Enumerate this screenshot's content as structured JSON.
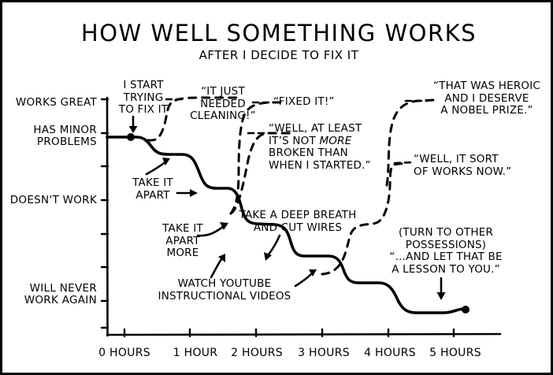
{
  "chart_data": {
    "type": "line",
    "title": "HOW WELL SOMETHING WORKS",
    "subtitle": "AFTER I DECIDE TO FIX IT",
    "xlabel": "",
    "ylabel": "",
    "grid": false,
    "legend": "none",
    "xlim": [
      0,
      6
    ],
    "ylim": [
      0,
      8
    ],
    "x_tick_labels": [
      "0 HOURS",
      "1 HOUR",
      "2 HOURS",
      "3 HOURS",
      "4 HOURS",
      "5 HOURS"
    ],
    "x_tick_values": [
      0,
      1,
      2,
      3,
      4,
      5
    ],
    "y_tick_labels": [
      "WORKS GREAT",
      "HAS MINOR\nPROBLEMS",
      "",
      "DOESN'T WORK",
      "",
      "",
      "WILL NEVER\nWORK AGAIN",
      ""
    ],
    "y_tick_values": [
      8,
      7,
      6,
      5,
      4,
      3,
      2,
      1
    ],
    "series": [
      {
        "name": "actual",
        "style": "solid",
        "color": "#000000",
        "start_marker": true,
        "end_marker": true,
        "points": [
          [
            0.0,
            7.0
          ],
          [
            0.55,
            7.0
          ],
          [
            0.72,
            6.55
          ],
          [
            1.0,
            6.5
          ],
          [
            1.18,
            5.55
          ],
          [
            1.42,
            5.45
          ],
          [
            1.6,
            4.5
          ],
          [
            1.9,
            4.35
          ],
          [
            2.08,
            3.45
          ],
          [
            2.7,
            3.35
          ],
          [
            2.88,
            2.6
          ],
          [
            3.5,
            2.5
          ],
          [
            3.7,
            2.05
          ],
          [
            4.2,
            1.95
          ],
          [
            4.45,
            1.35
          ],
          [
            5.0,
            1.3
          ]
        ]
      },
      {
        "name": "perceived",
        "style": "dashed",
        "color": "#000000",
        "points": [
          [
            0.62,
            6.6
          ],
          [
            0.78,
            8.0
          ],
          [
            1.6,
            8.1
          ],
          [
            1.78,
            7.1
          ],
          [
            2.0,
            7.05
          ],
          [
            2.1,
            3.4
          ],
          [
            2.55,
            8.05
          ],
          [
            3.3,
            8.1
          ],
          [
            3.45,
            2.4
          ],
          [
            3.95,
            2.3
          ],
          [
            4.15,
            5.95
          ],
          [
            4.42,
            5.85
          ],
          [
            4.55,
            8.0
          ],
          [
            5.2,
            8.05
          ]
        ]
      }
    ],
    "annotations": [
      {
        "id": "start-trying",
        "text": "I START\nTRYING\nTO FIX IT",
        "arrow": "down"
      },
      {
        "id": "just-cleaning",
        "text": "“IT JUST\nNEEDED\nCLEANING!”",
        "arrow": "leader-left"
      },
      {
        "id": "fixed-it",
        "text": "“FIXED IT!”",
        "arrow": "leader-left"
      },
      {
        "id": "not-more-broken",
        "text": "“WELL, AT LEAST\nIT’S NOT MORE\nBROKEN THAN\nWHEN I STARTED.”",
        "arrow": "leader-left"
      },
      {
        "id": "nobel-prize",
        "text": "“THAT WAS HEROIC\nAND I DESERVE\nA NOBEL PRIZE.”",
        "arrow": "leader-left"
      },
      {
        "id": "sort-of-works",
        "text": "“WELL, IT SORT\nOF WORKS NOW.”",
        "arrow": "leader-left"
      },
      {
        "id": "take-it-apart",
        "text": "TAKE IT\nAPART",
        "arrow": "two-arrows"
      },
      {
        "id": "take-it-apart-more",
        "text": "TAKE IT\nAPART\nMORE",
        "arrow": "curve-right"
      },
      {
        "id": "deep-breath",
        "text": "TAKE A DEEP BREATH\nAND CUT WIRES",
        "arrow": "curve-down-left"
      },
      {
        "id": "watch-youtube",
        "text": "WATCH YOUTUBE\nINSTRUCTIONAL VIDEOS",
        "arrow": "two-arrows-up"
      },
      {
        "id": "lesson-to-you",
        "text": "(TURN TO OTHER\nPOSSESSIONS)\n“…AND LET THAT BE\nA LESSON TO YOU.”",
        "arrow": "down"
      }
    ]
  },
  "axis": {
    "y_labels": [
      {
        "line1": "WORKS GREAT",
        "line2": ""
      },
      {
        "line1": "HAS MINOR",
        "line2": "PROBLEMS"
      },
      {
        "line1": "DOESN'T WORK",
        "line2": ""
      },
      {
        "line1": "WILL NEVER",
        "line2": "WORK AGAIN"
      }
    ],
    "x_labels": [
      "0 HOURS",
      "1 HOUR",
      "2 HOURS",
      "3 HOURS",
      "4 HOURS",
      "5 HOURS"
    ]
  },
  "annotation_text": {
    "start_trying": "I START\nTRYING\nTO FIX IT",
    "just_cleaning": "“IT JUST\nNEEDED\nCLEANING!”",
    "fixed_it": "“FIXED IT!”",
    "not_more_broken_1": "“WELL, AT LEAST",
    "not_more_broken_2a": "IT’S NOT ",
    "not_more_broken_2b": "MORE",
    "not_more_broken_3": "BROKEN THAN",
    "not_more_broken_4": "WHEN I STARTED.”",
    "nobel_prize": "“THAT WAS HEROIC\nAND I DESERVE\nA NOBEL PRIZE.”",
    "sort_of_works": "“WELL, IT SORT\nOF WORKS NOW.”",
    "take_it_apart": "TAKE IT\nAPART",
    "take_it_apart_more": "TAKE IT\nAPART\nMORE",
    "deep_breath": "TAKE A DEEP BREATH\nAND CUT WIRES",
    "watch_youtube": "WATCH YOUTUBE\nINSTRUCTIONAL VIDEOS",
    "lesson_to_you": "(TURN TO OTHER\nPOSSESSIONS)\n“…AND LET THAT BE\nA LESSON TO YOU.”"
  },
  "colors": {
    "ink": "#000000",
    "paper": "#ffffff"
  }
}
